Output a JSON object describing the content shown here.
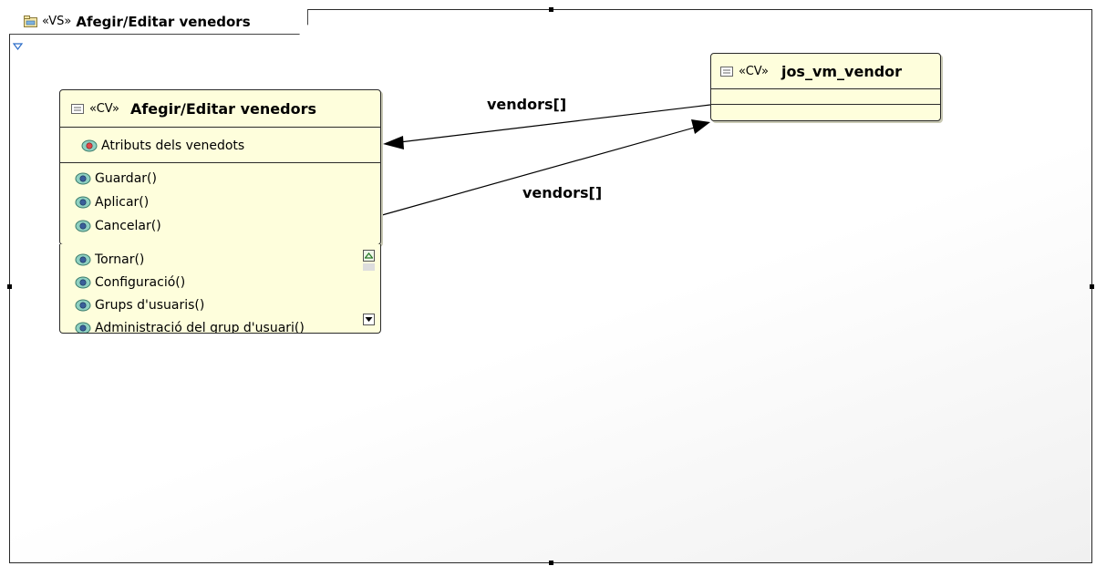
{
  "frame": {
    "stereotype": "«VS»",
    "title": "Afegir/Editar venedors"
  },
  "class_main": {
    "stereotype": "«CV»",
    "title": "Afegir/Editar venedors",
    "attributes": [
      "Atributs dels venedots"
    ],
    "operations": [
      "Guardar()",
      "Aplicar()",
      "Cancelar()"
    ],
    "overflow_operations": [
      "Tornar()",
      "Configuració()",
      "Grups d'usuaris()",
      "Administració del grup d'usuari()"
    ]
  },
  "class_vendor": {
    "stereotype": "«CV»",
    "title": "jos_vm_vendor"
  },
  "associations": {
    "top_label": "vendors[]",
    "bottom_label": "vendors[]"
  },
  "colors": {
    "class_fill": "#fefedc",
    "border": "#2a2a2a"
  }
}
